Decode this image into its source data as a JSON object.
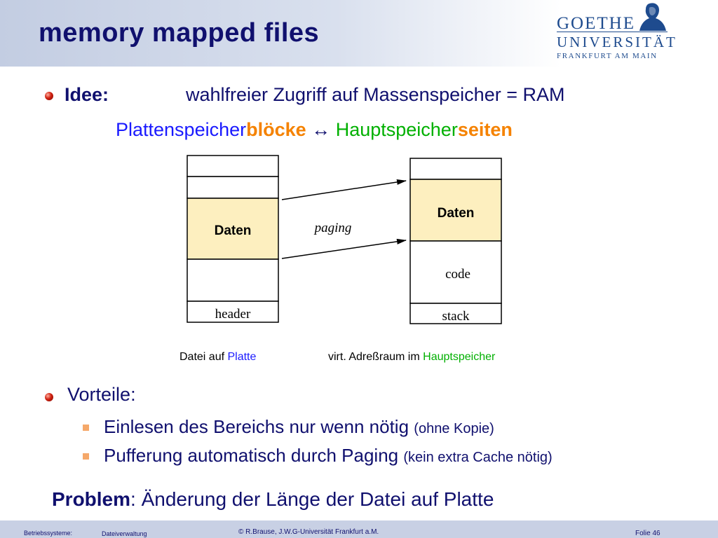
{
  "slide": {
    "title": "memory mapped files",
    "logo": {
      "line1": "GOETHE",
      "line2": "UNIVERSITÄT",
      "line3": "FRANKFURT AM MAIN",
      "bust_icon": "goethe-bust-icon"
    },
    "idee": {
      "label": "Idee:",
      "text": "wahlfreier Zugriff auf Massenspeicher = RAM",
      "line2": {
        "part1": "Plattenspeicher",
        "part2": "blöcke",
        "arrow": "↔",
        "part3": "Hauptspeicher",
        "part4": "seiten"
      }
    },
    "diagram": {
      "left_box_data": "Daten",
      "left_box_header": "header",
      "right_box_data": "Daten",
      "right_box_code": "code",
      "right_box_stack": "stack",
      "paging_label": "paging",
      "caption_left_prefix": "Datei auf ",
      "caption_left_highlight": "Platte",
      "caption_right_prefix": "virt. Adreßraum im ",
      "caption_right_highlight": "Hauptspeicher"
    },
    "vorteile": {
      "label": "Vorteile",
      "colon": ":",
      "items": [
        {
          "text": "Einlesen des Bereichs nur wenn nötig ",
          "note": "(ohne Kopie)"
        },
        {
          "text": "Pufferung automatisch durch Paging ",
          "note": "(kein extra Cache nötig)"
        }
      ]
    },
    "problem": {
      "label": "Problem",
      "text": ": Änderung der Länge der Datei auf Platte"
    },
    "footer": {
      "course": "Betriebssysteme:",
      "chapter": "Dateiverwaltung",
      "copyright": "© R.Brause, J.W.G-Universität Frankfurt a.M.",
      "slide_number": "Folie 46"
    },
    "colors": {
      "title": "#10106e",
      "blue_highlight": "#1a1aff",
      "orange_highlight": "#f58200",
      "green_highlight": "#00b000",
      "data_fill": "#fdefbf",
      "bullet_square": "#f5a86a"
    }
  }
}
